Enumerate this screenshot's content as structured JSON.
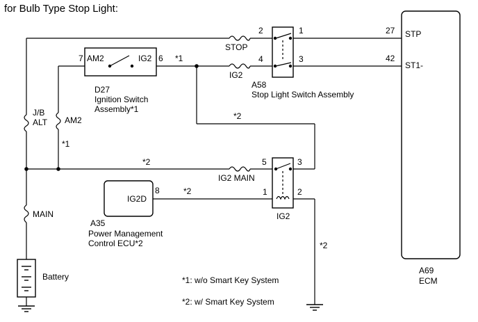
{
  "title": "for Bulb Type Stop Light:",
  "ecm": {
    "code": "A69",
    "name": "ECM",
    "pins": [
      {
        "num": "27",
        "label": "STP"
      },
      {
        "num": "42",
        "label": "ST1-"
      }
    ]
  },
  "stop_light_switch": {
    "code": "A58",
    "name": "Stop Light Switch Assembly",
    "pins": [
      "2",
      "1",
      "4",
      "3"
    ]
  },
  "ignition_switch": {
    "code": "D27",
    "name_line1": "Ignition Switch",
    "name_line2": "Assembly*1",
    "terminal_am2": "AM2",
    "terminal_ig2": "IG2",
    "pin_left": "7",
    "pin_right": "6"
  },
  "ig2_relay": {
    "name": "IG2",
    "pins": [
      "5",
      "3",
      "1",
      "2"
    ]
  },
  "pm_ecu": {
    "code": "A35",
    "terminal": "IG2D",
    "pin": "8",
    "name_line1": "Power Management",
    "name_line2": "Control ECU*2"
  },
  "fuses": {
    "stop": "STOP",
    "ig2": "IG2",
    "jb_alt_1": "J/B",
    "jb_alt_2": "ALT",
    "am2": "AM2",
    "ig2_main": "IG2 MAIN",
    "main": "MAIN"
  },
  "battery": "Battery",
  "wire_notes": {
    "n1_top": "*1",
    "n1_left": "*1",
    "n2_mid": "*2",
    "n2_bus": "*2",
    "n2_ecu": "*2",
    "n2_ground": "*2"
  },
  "legend": {
    "note1": "*1: w/o Smart Key System",
    "note2": "*2: w/ Smart Key System"
  }
}
